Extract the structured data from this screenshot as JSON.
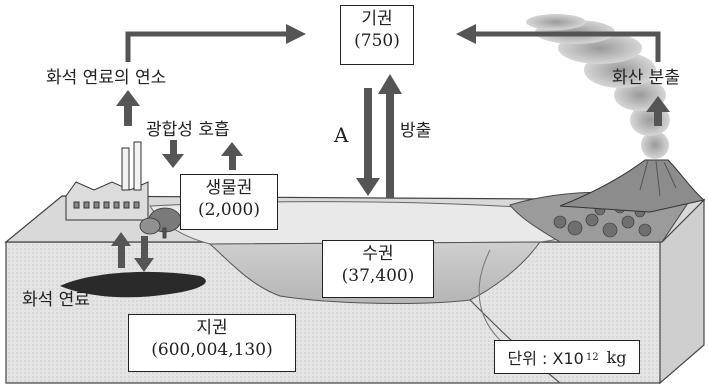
{
  "atmosphere": {
    "label": "기권",
    "value": "(750)"
  },
  "biosphere": {
    "label": "생물권",
    "value": "(2,000)"
  },
  "hydrosphere": {
    "label": "수권",
    "value": "(37,400)"
  },
  "geosphere": {
    "label": "지권",
    "value": "(600,004,130)"
  },
  "processes": {
    "fossil_fuel_combustion": "화석 연료의 연소",
    "volcanic_eruption": "화산 분출",
    "photosynthesis_respiration": "광합성 호흡",
    "fossil_fuel": "화석 연료",
    "A": "A",
    "release": "방출"
  },
  "unit": {
    "prefix": "단위 : X10",
    "exponent": "12",
    "suffix": "kg"
  }
}
